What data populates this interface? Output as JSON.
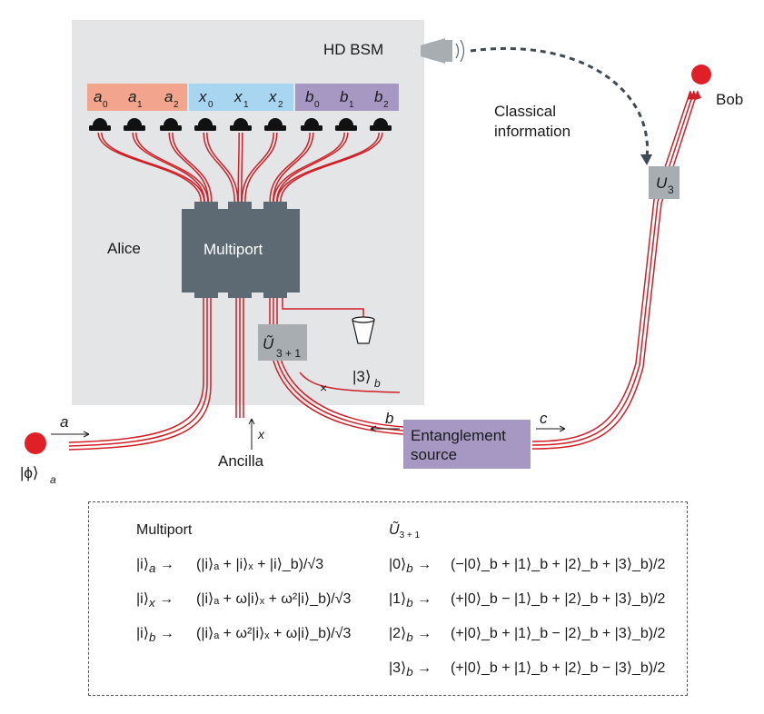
{
  "labels": {
    "hd_bsm": "HD BSM",
    "classical_information_line1": "Classical",
    "classical_information_line2": "information",
    "bob": "Bob",
    "alice": "Alice",
    "multiport": "Multiport",
    "ancilla": "Ancilla",
    "ancilla_arrow": "x",
    "entanglement_line1": "Entanglement",
    "entanglement_line2": "source",
    "input_a": "a",
    "input_b": "b",
    "input_c": "c",
    "state_phi": "|ϕ⟩",
    "state_phi_sub": "a",
    "state_3": "|3⟩",
    "state_3_sub": "b",
    "u3": "U",
    "u3_sub": "3",
    "u31": "Ũ",
    "u31_sub": "3 + 1"
  },
  "detectors": {
    "a_group": [
      {
        "sym": "a",
        "sub": "0"
      },
      {
        "sym": "a",
        "sub": "1"
      },
      {
        "sym": "a",
        "sub": "2"
      }
    ],
    "x_group": [
      {
        "sym": "x",
        "sub": "0"
      },
      {
        "sym": "x",
        "sub": "1"
      },
      {
        "sym": "x",
        "sub": "2"
      }
    ],
    "b_group": [
      {
        "sym": "b",
        "sub": "0"
      },
      {
        "sym": "b",
        "sub": "1"
      },
      {
        "sym": "b",
        "sub": "2"
      }
    ]
  },
  "colors": {
    "bsm_background": "#e3e5e6",
    "a_group": "#f2a58c",
    "x_group": "#a8d6f1",
    "b_group": "#a797c3",
    "multiport_box": "#5d6a74",
    "unitary_box": "#a8adb1",
    "entanglement_box": "#a698c2",
    "fibre": "#d01f27",
    "photon": "#e02026",
    "classical_arrow": "#3f4a52"
  },
  "legend": {
    "multiport_title": "Multiport",
    "multiport_rows": [
      {
        "in": "|i⟩",
        "in_sub": "a",
        "out": "(|i⟩ₐ + |i⟩ₓ + |i⟩_b)/√3"
      },
      {
        "in": "|i⟩",
        "in_sub": "x",
        "out": "(|i⟩ₐ + ω|i⟩ₓ + ω²|i⟩_b)/√3"
      },
      {
        "in": "|i⟩",
        "in_sub": "b",
        "out": "(|i⟩ₐ + ω²|i⟩ₓ + ω|i⟩_b)/√3"
      }
    ],
    "unitary_title": "Ũ",
    "unitary_title_sub": "3 + 1",
    "unitary_rows": [
      {
        "in": "|0⟩",
        "in_sub": "b",
        "out": "(−|0⟩_b + |1⟩_b + |2⟩_b + |3⟩_b)/2"
      },
      {
        "in": "|1⟩",
        "in_sub": "b",
        "out": "(+|0⟩_b − |1⟩_b + |2⟩_b + |3⟩_b)/2"
      },
      {
        "in": "|2⟩",
        "in_sub": "b",
        "out": "(+|0⟩_b + |1⟩_b − |2⟩_b + |3⟩_b)/2"
      },
      {
        "in": "|3⟩",
        "in_sub": "b",
        "out": "(+|0⟩_b + |1⟩_b + |2⟩_b − |3⟩_b)/2"
      }
    ],
    "arrow": "→"
  }
}
